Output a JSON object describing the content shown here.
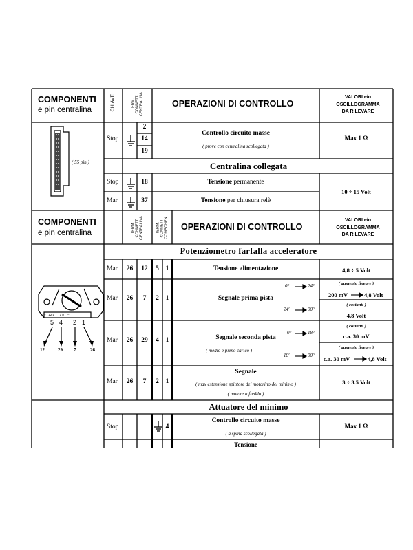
{
  "header1": {
    "componenti": "COMPONENTI",
    "pin": "e pin centralina",
    "chiave": "CHIAVE",
    "term": "TERM.\nCONNETT.\nCENTRALINA",
    "operazioni": "OPERAZIONI DI CONTROLLO",
    "valori": "VALORI e/o\nOSCILLOGRAMMA\nDA RILEVARE"
  },
  "connector_label": "( 55 pin )",
  "masse": {
    "key": "Stop",
    "pins": [
      "2",
      "14",
      "19"
    ],
    "title": "Controllo circuito masse",
    "note": "( prove con centralina scollegata )",
    "value": "Max  1 Ω"
  },
  "section_collegata": "Centralina collegata",
  "tensione_permanente": {
    "key": "Stop",
    "pin": "18",
    "label_b": "Tensione",
    "label": " permanente"
  },
  "tensione_rele": {
    "key": "Mar",
    "pin": "37",
    "label_b": "Tensione",
    "label": " per chiusura relè"
  },
  "tensione_value": "10  ÷  15  Volt",
  "header2": {
    "componenti": "COMPONENTI",
    "pin": "e pin centralina",
    "term1": "TERM.\nCONNETT.\nCENTRALINA",
    "term2": "TERM.\nCONNETT.\nCOMPONEN",
    "operazioni": "OPERAZIONI DI CONTROLLO",
    "valori": "VALORI e/o\nOSCILLOGRAMMA\nDA RILEVARE"
  },
  "section_pot": "Potenziometro farfalla acceleratore",
  "pot_rows": [
    {
      "key": "Mar",
      "p1": "26",
      "p2": "12",
      "c1": "5",
      "c2": "1",
      "label": "Tensione alimentazione",
      "value": "4,8  ÷  5  Volt"
    },
    {
      "key": "Mar",
      "p1": "26",
      "p2": "7",
      "c1": "2",
      "c2": "1",
      "label": "Segnale prima pista"
    },
    {
      "key": "Mar",
      "p1": "26",
      "p2": "29",
      "c1": "4",
      "c2": "1",
      "label": "Segnale seconda pista",
      "note": "( medio e pieno carico )"
    },
    {
      "key": "Mar",
      "p1": "26",
      "p2": "7",
      "c1": "2",
      "c2": "1",
      "label": "Segnale",
      "note": "( max estensione spintore del motorino del minimo )",
      "note2": "( motore a freddo )",
      "value": "3  ÷  3.5  Volt"
    }
  ],
  "pista1": {
    "angle_a1": "0°",
    "angle_a2": "24°",
    "angle_b1": "24°",
    "angle_b2": "90°",
    "v1_note": "( aumento lineare )",
    "v1_from": "200 mV",
    "v1_to": "4,8 Volt",
    "v2_note": "( costanti )",
    "v2": "4,8 Volt"
  },
  "pista2": {
    "angle_a1": "0°",
    "angle_a2": "18°",
    "angle_b1": "18°",
    "angle_b2": "90°",
    "v1_note": "( costanti )",
    "v1": "c.a. 30 mV",
    "v2_note": "( aumento lineare )",
    "v2_from": "c.a. 30 mV",
    "v2_to": "4,8 Volt"
  },
  "sensor": {
    "labels_small": "+   12 p      1 p    –",
    "pins_top": [
      "5",
      "4",
      "2",
      "1"
    ],
    "pins_bottom": [
      "12",
      "29",
      "7",
      "26"
    ]
  },
  "section_attuatore": "Attuatore del minimo",
  "att_row": {
    "key": "Stop",
    "c2": "4",
    "title": "Controllo circuito masse",
    "note": "( a spina scollegata )",
    "value": "Max  1 Ω"
  },
  "last_row": {
    "label": "Tensione"
  }
}
